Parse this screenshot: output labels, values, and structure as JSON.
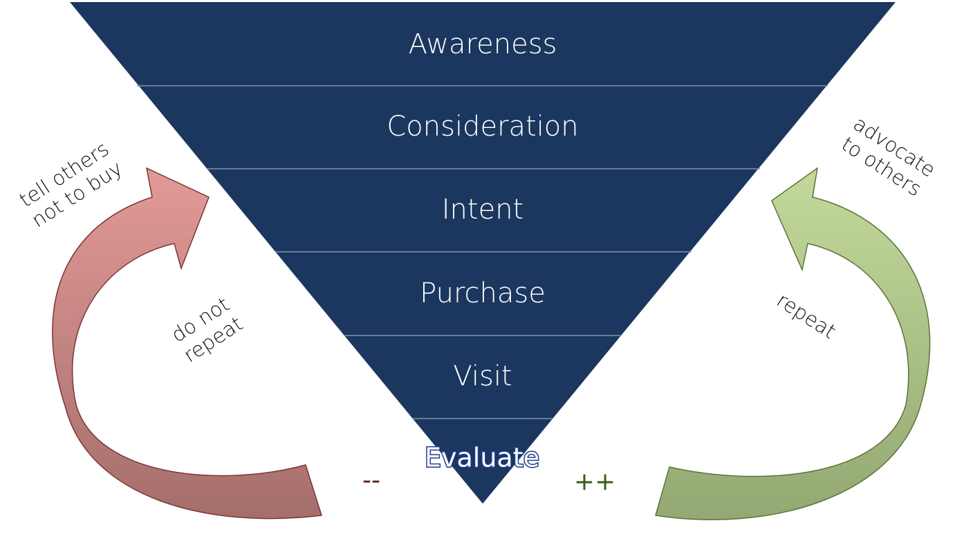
{
  "colors": {
    "funnel_fill": "#1b375f",
    "funnel_line": "#7e93ad",
    "negative_arrow": "#d58f8c",
    "negative_arrow_edge": "#7a3634",
    "positive_arrow": "#b9d08f",
    "positive_arrow_edge": "#5a7436",
    "negative_sign": "#5a1e16",
    "positive_sign": "#3a5a1a"
  },
  "funnel": {
    "stages": [
      "Awareness",
      "Consideration",
      "Intent",
      "Purchase",
      "Visit"
    ],
    "bottom_stage": "Evaluate"
  },
  "left_loop": {
    "top_label_line1": "tell others",
    "top_label_line2": "not to buy",
    "middle_label_line1": "do not",
    "middle_label_line2": "repeat",
    "sign": "--"
  },
  "right_loop": {
    "top_label_line1": "advocate",
    "top_label_line2": "to others",
    "middle_label": "repeat",
    "sign": "++"
  }
}
